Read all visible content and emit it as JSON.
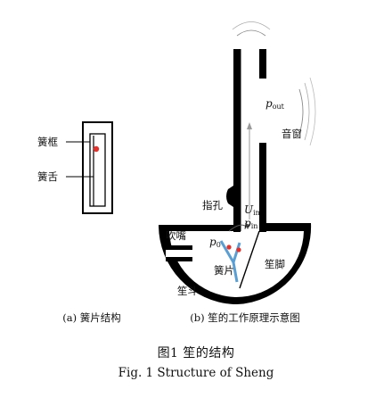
{
  "panel_a": {
    "label_frame": "簧框",
    "label_tongue": "簧舌",
    "caption": "(a) 簧片结构"
  },
  "panel_b": {
    "label_mouthpiece": "吹嘴",
    "label_finger_hole": "指孔",
    "label_sound_window": "音窗",
    "label_reed": "簧片",
    "label_pipe_foot": "笙脚",
    "label_wind_chamber": "笙斗",
    "var_p0": "p",
    "var_p0_sub": "0",
    "var_pout": "p",
    "var_pout_sub": "out",
    "var_uin": "U",
    "var_uin_sub": "in",
    "var_pin": "p",
    "var_pin_sub": "in",
    "caption": "(b) 笙的工作原理示意图"
  },
  "figure": {
    "caption_cn": "图1   笙的结构",
    "caption_en": "Fig. 1  Structure of Sheng"
  },
  "colors": {
    "reed_blue": "#5a9fd4",
    "dot_red": "#e8302a",
    "arrow_gray": "#9a9a9a",
    "outline": "#000000"
  }
}
